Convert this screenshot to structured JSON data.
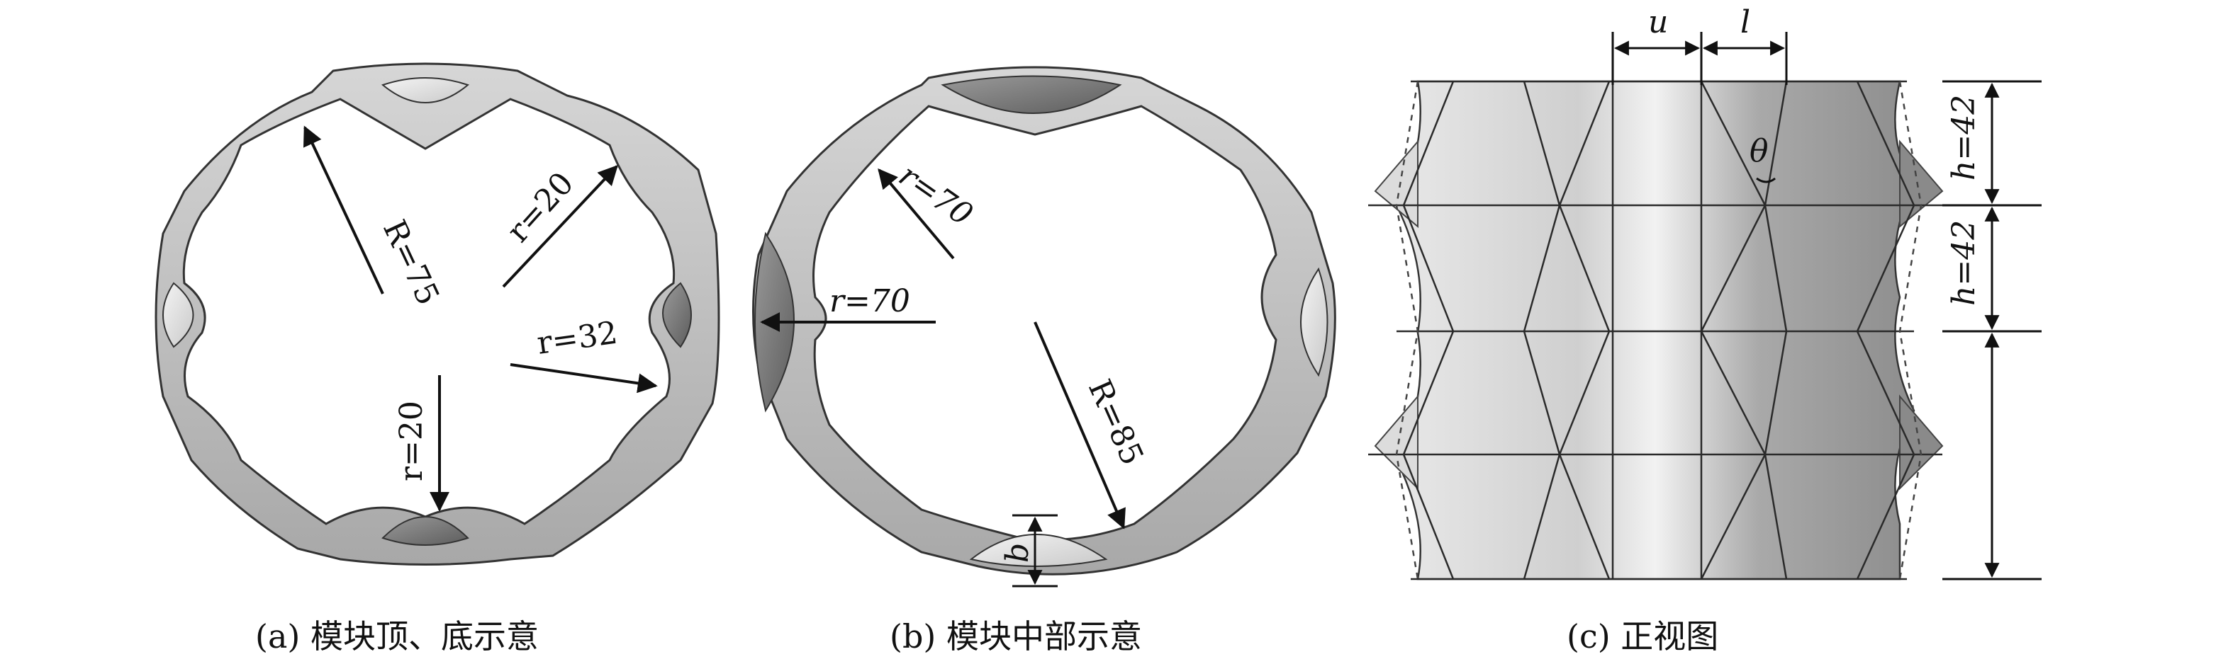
{
  "figure": {
    "captions": {
      "a": "(a) 模块顶、底示意",
      "b": "(b) 模块中部示意",
      "c": "(c) 正视图"
    },
    "panel_a_labels": {
      "R": "R=75",
      "r_top_right": "r=20",
      "r_right": "r=32",
      "r_bottom": "r=20"
    },
    "panel_b_labels": {
      "r_top_left": "r=70",
      "r_left": "r=70",
      "R": "R=85",
      "b": "b"
    },
    "panel_c_labels": {
      "u": "u",
      "l": "l",
      "theta": "θ",
      "h_top": "h=42",
      "h_mid": "h=42"
    }
  }
}
